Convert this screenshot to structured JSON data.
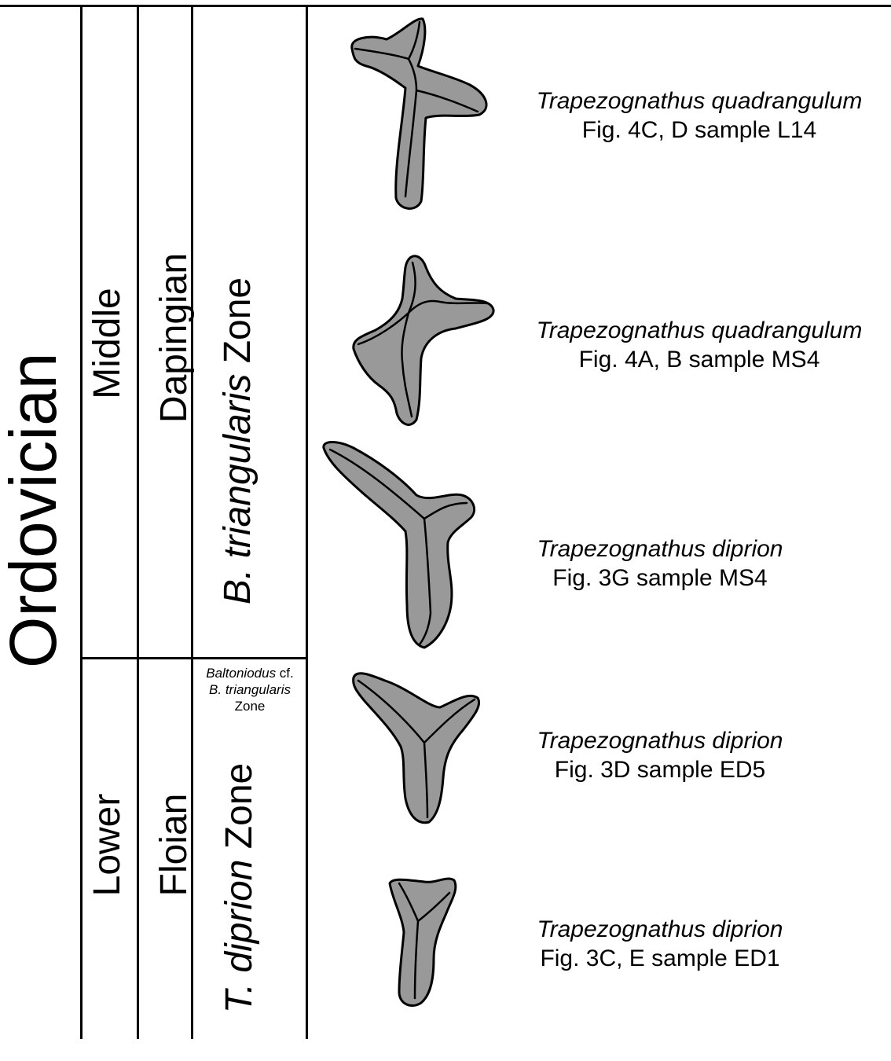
{
  "columns": {
    "system": "Ordovician",
    "series": [
      "Middle",
      "Lower"
    ],
    "stages": [
      "Dapingian",
      "Floian"
    ],
    "zones": [
      {
        "italic": "B. triangularis",
        "rest": " Zone"
      },
      {
        "italic": "T. diprion",
        "rest": " Zone"
      }
    ],
    "subzone": {
      "italic_1": "Baltoniodus",
      "plain_1": " cf.",
      "italic_2": "B. triangularis",
      "plain_2": "Zone"
    }
  },
  "specimens": [
    {
      "species": "Trapezognathus quadrangulum",
      "ref": "Fig. 4C, D  sample L14"
    },
    {
      "species": "Trapezognathus quadrangulum",
      "ref": "Fig. 4A, B   sample MS4"
    },
    {
      "species": "Trapezognathus diprion",
      "ref": "Fig. 3G   sample MS4"
    },
    {
      "species": "Trapezognathus diprion",
      "ref": "Fig. 3D   sample ED5"
    },
    {
      "species": "Trapezognathus diprion",
      "ref": "Fig. 3C, E sample ED1"
    }
  ],
  "colors": {
    "fossil_fill": "#999999",
    "line": "#000000"
  }
}
